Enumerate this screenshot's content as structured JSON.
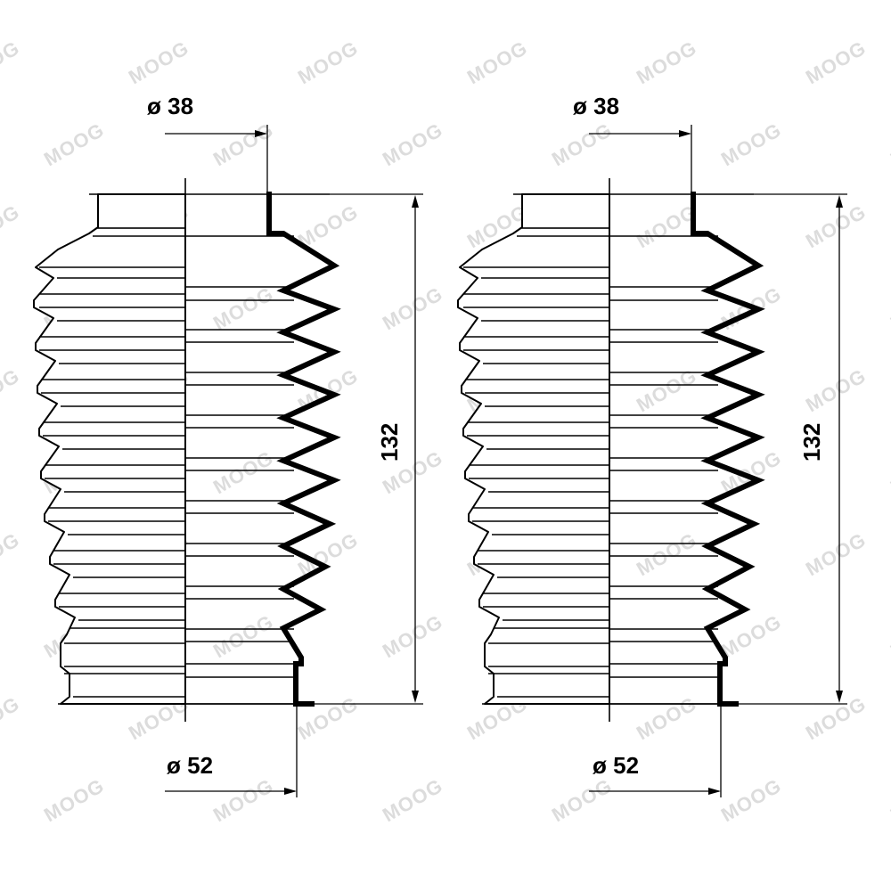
{
  "drawings": [
    {
      "small_diameter": "ø 38",
      "large_diameter": "ø 52",
      "length": "132"
    },
    {
      "small_diameter": "ø 38",
      "large_diameter": "ø 52",
      "length": "132"
    }
  ],
  "watermark": {
    "text": "MOOG",
    "color": "#dcdcdc"
  },
  "colors": {
    "line": "#000000",
    "background": "#ffffff"
  }
}
